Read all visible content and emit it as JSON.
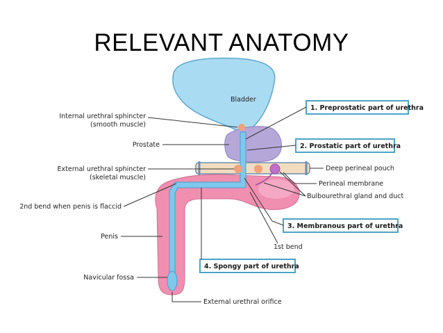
{
  "title": "RELEVANT ANATOMY",
  "organ_labels": {
    "bladder": "Bladder"
  },
  "left_labels": {
    "internal_sphincter_1": "Internal urethral sphincter",
    "internal_sphincter_2": "(smooth muscle)",
    "prostate": "Prostate",
    "external_sphincter_1": "External urethral sphincter",
    "external_sphincter_2": "(skeletal muscle)",
    "second_bend": "2nd bend when penis is flaccid",
    "penis": "Penis",
    "navicular_fossa": "Navicular fossa"
  },
  "right_labels": {
    "deep_perineal_pouch": "Deep perineal pouch",
    "perineal_membrane": "Perineal membrane",
    "bulbourethral": "Bulbourethral gland and duct",
    "first_bend": "1st bend",
    "external_orifice": "External urethral orifice"
  },
  "boxed_labels": {
    "preprostatic": "1. Preprostatic part of urethra",
    "prostatic": "2. Prostatic part of urethra",
    "membranous": "3. Membranous part of urethra",
    "spongy": "4. Spongy part of urethra"
  },
  "colors": {
    "bladder": "#a9dcf2",
    "urethra": "#7ec8ec",
    "prostate": "#b6a7d9",
    "penis": "#f08fb0",
    "membrane": "#f2dcc0",
    "box_border": "#4aa3c6"
  }
}
